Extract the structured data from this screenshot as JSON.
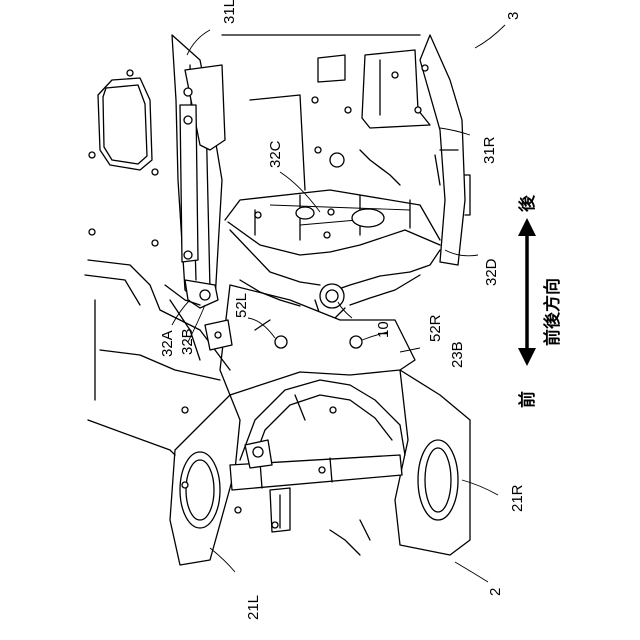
{
  "labels": {
    "l_31L": "31L",
    "l_3": "3",
    "l_32C": "32C",
    "l_31R": "31R",
    "l_32D": "32D",
    "l_32A": "32A",
    "l_32B": "32B",
    "l_52L": "52L",
    "l_10": "10",
    "l_52R": "52R",
    "l_23B": "23B",
    "l_21R": "21R",
    "l_21L": "21L",
    "l_2": "2"
  },
  "legend": {
    "rear": "後",
    "front": "前",
    "direction": "前後方向"
  }
}
